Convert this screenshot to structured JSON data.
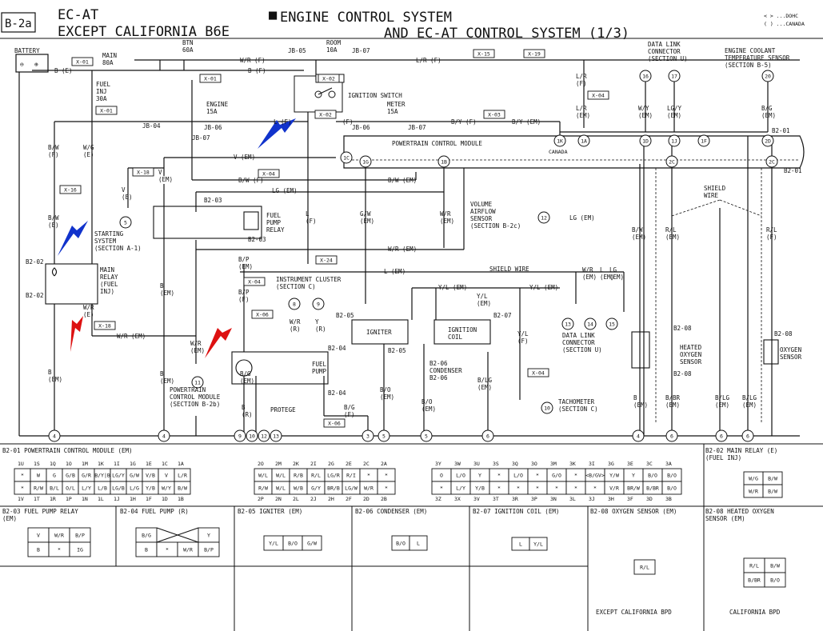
{
  "header": {
    "page_code": "B-2a",
    "title_line1": "EC-AT",
    "title_line2": "EXCEPT CALIFORNIA B6E",
    "system_bullet": "■",
    "system_line1": "ENGINE CONTROL SYSTEM",
    "system_line2": "AND EC-AT CONTROL SYSTEM (1/3)",
    "legend_line1": "< > ...DOHC",
    "legend_line2": "( ) ...CANADA"
  },
  "top": {
    "battery": "BATTERY",
    "btn": "BTN\n60A",
    "main": "MAIN\n80A",
    "room": "ROOM\n10A",
    "fuel_inj": "FUEL\nINJ\n30A",
    "engine_fuse": "ENGINE\n15A",
    "meter_fuse": "METER\n15A",
    "ignition_switch": "IGNITION\nSWITCH",
    "jb05": "JB-05",
    "jb07a": "JB-07",
    "jb04": "JB-04",
    "jb06": "JB-06",
    "jb07d": "JB-07",
    "jb06b": "JB-06",
    "jb07c": "JB-07",
    "w_r_f": "W/R (F)",
    "b_f": "B (F)",
    "b_e": "B (E)",
    "l_r_f": "L/R (F)",
    "l_f": "L (F)",
    "f_label": "(F)",
    "b_y_f": "B/Y (F)",
    "b_y_em": "B/Y (EM)"
  },
  "connectors": {
    "x01a": "X-01",
    "x01b": "X-01",
    "x01c": "X-01",
    "x02a": "X-02",
    "x02b": "X-02",
    "x03": "X-03",
    "x04a": "X-04",
    "x04b": "X-04",
    "x04c": "X-04",
    "x04d": "X-04",
    "x06a": "X-06",
    "x06b": "X-06",
    "x15": "X-15",
    "x16": "X-16",
    "x18a": "X-18",
    "x18b": "X-18",
    "x19": "X-19",
    "x24": "X-24"
  },
  "right_top": {
    "data_link": "DATA LINK\nCONNECTOR\n(SECTION U)",
    "coolant": "ENGINE COOLANT\nTEMPERATURE SENSOR\n(SECTION B-5)",
    "wy_em": "W/Y\n(EM)",
    "lgy_em": "LG/Y\n(EM)",
    "bg_em": "B/G\n(EM)",
    "lr_f": "L/R\n(F)",
    "lr_em": "L/R\n(EM)",
    "canada": "CANADA",
    "b201": "B2-01",
    "pcm": "POWERTRAIN CONTROL MODULE",
    "shield_wire": "SHIELD\nWIRE",
    "shield_wire2": "SHIELD WIRE"
  },
  "labels": {
    "bw_f": "B/W\n(F)",
    "wg_e": "W/G\n(E)",
    "bw_e": "B/W\n(E)",
    "v_em": "V (EM)",
    "v_e": "V\n(E)",
    "v_em2": "V\n(EM)",
    "starting_system": "STARTING\nSYSTEM\n(SECTION A-1)",
    "main_relay": "MAIN\nRELAY\n(FUEL\nINJ)",
    "b202a": "B2-02",
    "b202b": "B2-02",
    "wr_e": "W/R\n(E)",
    "wr_em": "W/R (EM)",
    "b_em": "B\n(EM)",
    "b203a": "B2-03",
    "b203b": "B2-03",
    "fuel_pump_relay": "FUEL\nPUMP\nRELAY",
    "bw_f2": "B/W (F)",
    "lg_em": "LG (EM)",
    "bw_em": "B/W (EM)",
    "l_f_v": "L\n(F)",
    "gw_em": "G/W\n(EM)",
    "wr_em2": "W/R\n(EM)",
    "volume_airflow": "VOLUME\nAIRFLOW\nSENSOR\n(SECTION B-2c)",
    "lg_em2": "LG (EM)",
    "wr_em3": "W/R (EM)",
    "l_em": "L (EM)",
    "bp_em": "B/P\n(EM)",
    "bp_f": "B/P\n(F)",
    "instrument_cluster": "INSTRUMENT CLUSTER\n(SECTION C)",
    "wr_r": "W/R\n(R)",
    "y_r": "Y\n(R)",
    "wr_em4": "W/R\n(EM)",
    "b_em2": "B\n(EM)",
    "pcm_section": "POWERTRAIN\nCONTROL MODULE\n(SECTION B-2b)",
    "b204a": "B2-04",
    "b204b": "B2-04",
    "fuel_pump": "FUEL\nPUMP",
    "bg_em2": "B/G\n(EM)",
    "b_r": "B\n(R)",
    "protege": "PROTEGE",
    "bg_f": "B/G\n(F)",
    "b205a": "B2-05",
    "b205b": "B2-05",
    "igniter": "IGNITER",
    "yl_em": "Y/L (EM)",
    "yl_em2": "Y/L\n(EM)",
    "yl_em3": "Y/L (EM)",
    "ignition_coil": "IGNITION\nCOIL",
    "b207": "B2-07",
    "b206": "B2-06\nCONDENSER\nB2-06",
    "bo_em": "B/O\n(EM)",
    "bo_em2": "B/O\n(EM)",
    "blg_em": "B/LG\n(EM)",
    "yl_f": "Y/L\n(F)",
    "tachometer": "TACHOMETER\n(SECTION C)",
    "wr_em5": "W/R\n(EM)",
    "l_em2": "L\n(EM)",
    "lg_em3": "LG\n(EM)",
    "data_link2": "DATA LINK\nCONNECTOR\n(SECTION U)",
    "bw_em2": "B/W\n(EM)",
    "rl_em": "R/L\n(EM)",
    "rl_f": "R/L\n(F)",
    "b208a": "B2-08",
    "b208b": "B2-08",
    "b208c": "B2-08",
    "heated_o2": "HEATED\nOXYGEN\nSENSOR",
    "o2": "OXYGEN\nSENSOR",
    "b_em3": "B\n(EM)",
    "bbr_em": "B/BR\n(EM)",
    "blg_em2": "B/LG\n(EM)",
    "blg_em3": "B/LG\n(EM)",
    "b_em_left": "B\n(EM)",
    "b201b": "B2-01"
  },
  "pins": {
    "p16": "16",
    "p17": "17",
    "p20a": "20",
    "p12": "12",
    "p5": "5",
    "p8": "8",
    "p9": "9",
    "p11": "11",
    "p10": "10",
    "p13": "13",
    "p14": "14",
    "p15": "15",
    "c1k": "1K",
    "c1a": "1A",
    "c1d": "1D",
    "c1j": "1J",
    "c1f": "1F",
    "c2d": "2D",
    "c1c": "1C",
    "c1g": "1G",
    "c1b": "1B",
    "c2c": "2C",
    "c2cb": "2C",
    "g4a": "4",
    "g4b": "4",
    "g9": "9",
    "g10": "10",
    "g12": "12",
    "g13": "13",
    "g3": "3",
    "g5a": "5",
    "g5b": "5",
    "g6a": "6",
    "g4c": "4",
    "g6b": "6",
    "g6c": "6",
    "g6d": "6"
  },
  "panels": {
    "b201_title": "B2-01 POWERTRAIN CONTROL MODULE (EM)",
    "b202_title": "B2-02 MAIN RELAY (E)\n(FUEL INJ)",
    "b203_title": "B2-03 FUEL PUMP RELAY\n(EM)",
    "b204_title": "B2-04 FUEL PUMP (R)",
    "b205_title": "B2-05 IGNITER (EM)",
    "b206_title": "B2-06 CONDENSER (EM)",
    "b207_title": "B2-07 IGNITION COIL (EM)",
    "b208_title": "B2-08 OXYGEN SENSOR (EM)",
    "b208h_title": "B2-08 HEATED OXYGEN\nSENSOR (EM)",
    "except_cal": "EXCEPT CALIFORNIA BPD",
    "cal": "CALIFORNIA BPD"
  },
  "pcm_tables": {
    "t1_top": [
      "1U",
      "1S",
      "1Q",
      "1O",
      "1M",
      "1K",
      "1I",
      "1G",
      "1E",
      "1C",
      "1A"
    ],
    "t1_r1": [
      "*",
      "W",
      "G",
      "G/B",
      "G/R",
      "B/Y|B",
      "LG/Y",
      "G/W",
      "V/B",
      "V",
      "L/R"
    ],
    "t1_r2": [
      "*",
      "R/W",
      "B/L",
      "O/L",
      "L/Y",
      "L/B",
      "LG/B",
      "L/G",
      "Y/B",
      "W/Y",
      "B/W"
    ],
    "t1_bot": [
      "1V",
      "1T",
      "1R",
      "1P",
      "1N",
      "1L",
      "1J",
      "1H",
      "1F",
      "1D",
      "1B"
    ],
    "t2_top": [
      "2O",
      "2M",
      "2K",
      "2I",
      "2G",
      "2E",
      "2C",
      "2A"
    ],
    "t2_r1": [
      "W/L",
      "W/L",
      "R/B",
      "R/L",
      "LG/R",
      "R/I",
      "*",
      "*"
    ],
    "t2_r2": [
      "R/W",
      "W/L",
      "W/B",
      "G/Y",
      "BR/B",
      "LG/W",
      "W/R",
      "*"
    ],
    "t2_bot": [
      "2P",
      "2N",
      "2L",
      "2J",
      "2H",
      "2F",
      "2D",
      "2B"
    ],
    "t3_top": [
      "3Y",
      "3W",
      "3U",
      "3S",
      "3Q",
      "3O",
      "3M",
      "3K",
      "3I",
      "3G",
      "3E",
      "3C",
      "3A"
    ],
    "t3_r1": [
      "O",
      "L/O",
      "Y",
      "*",
      "L/O",
      "*",
      "G/O",
      "*",
      "<B/GV>",
      "Y/W",
      "Y",
      "B/O",
      "B/O"
    ],
    "t3_r2": [
      "*",
      "L/Y",
      "Y/B",
      "*",
      "*",
      "*",
      "*",
      "*",
      "*",
      "V/R",
      "BR/W",
      "B/BR",
      "B/O"
    ],
    "t3_bot": [
      "3Z",
      "3X",
      "3V",
      "3T",
      "3R",
      "3P",
      "3N",
      "3L",
      "3J",
      "3H",
      "3F",
      "3D",
      "3B"
    ],
    "b202": [
      "W/G",
      "B/W",
      "W/R",
      "B/W"
    ],
    "b203": [
      "V",
      "W/R",
      "B/P",
      "B",
      "*",
      "IG"
    ],
    "b204": [
      "B/G",
      "Y",
      "B",
      "*",
      "W/R",
      "B/P"
    ],
    "b205": [
      "Y/L",
      "B/O",
      "G/W"
    ],
    "b206": [
      "B/O",
      "L"
    ],
    "b207": [
      "L",
      "Y/L"
    ],
    "b208": [
      "R/L"
    ],
    "b208h": [
      "R/L",
      "B/W",
      "B/BR",
      "B/O"
    ]
  },
  "markers": {
    "blue_arrows": 2,
    "red_arrows": 2
  }
}
